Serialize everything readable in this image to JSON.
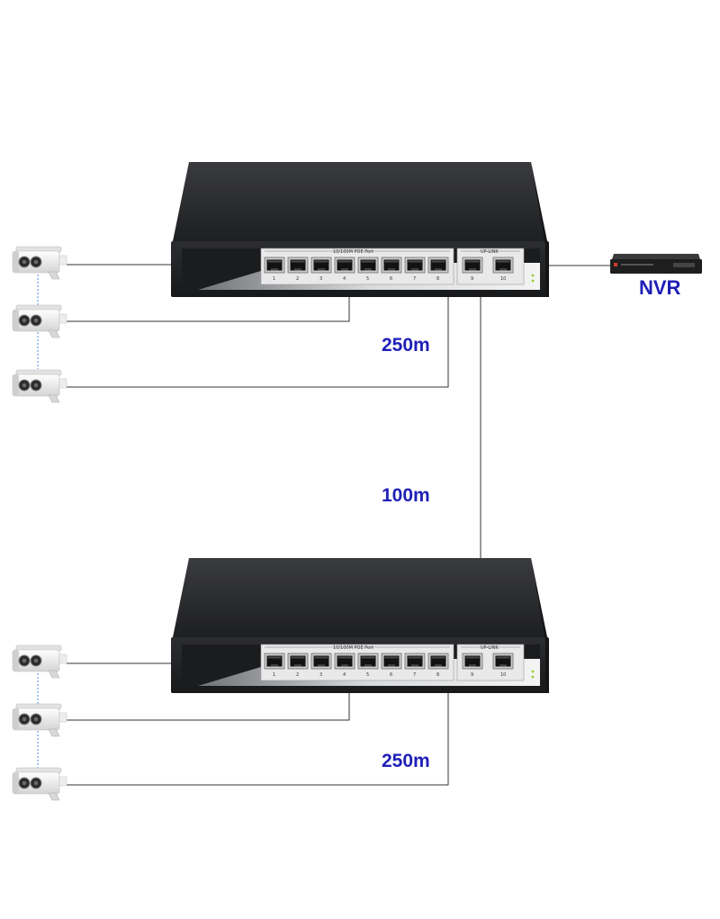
{
  "labels": {
    "nvr": "NVR",
    "dist_top": "250m",
    "dist_middle": "100m",
    "dist_bottom": "250m"
  },
  "switch": {
    "poe_port_label": "10/100M POE Port",
    "uplink_label": "UP-LINK",
    "port_numbers": [
      "1",
      "2",
      "3",
      "4",
      "5",
      "6",
      "7",
      "8"
    ],
    "uplink_numbers": [
      "9",
      "10"
    ]
  },
  "colors": {
    "label_blue": "#1f1fb8",
    "switch_body": "#2a2b2d",
    "camera_body": "#f2f2f2"
  },
  "icons": [
    "poe-switch-icon",
    "ip-camera-icon",
    "nvr-recorder-icon"
  ]
}
